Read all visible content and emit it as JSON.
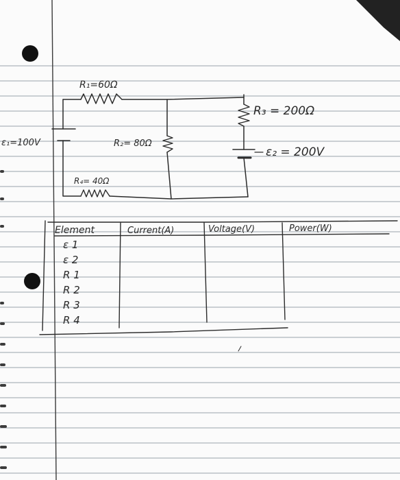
{
  "circuit": {
    "e1_label": "ε₁=100V",
    "e2_label": "ε₂ = 200V",
    "r1_label": "R₁=60Ω",
    "r2_label": "R₂= 80Ω",
    "r3_label": "R₃ = 200Ω",
    "r4_label": "R₄= 40Ω"
  },
  "table": {
    "headers": [
      "Element",
      "Current(A)",
      "Voltage(V)",
      "Power(W)"
    ],
    "rows": [
      "ε 1",
      "ε 2",
      "R 1",
      "R 2",
      "R 3",
      "R 4"
    ]
  },
  "colors": {
    "ink": "#2b2b2b",
    "rule_line": "#9aa3ab",
    "margin_line": "#3a3a3a",
    "paper": "#fbfbfb"
  }
}
